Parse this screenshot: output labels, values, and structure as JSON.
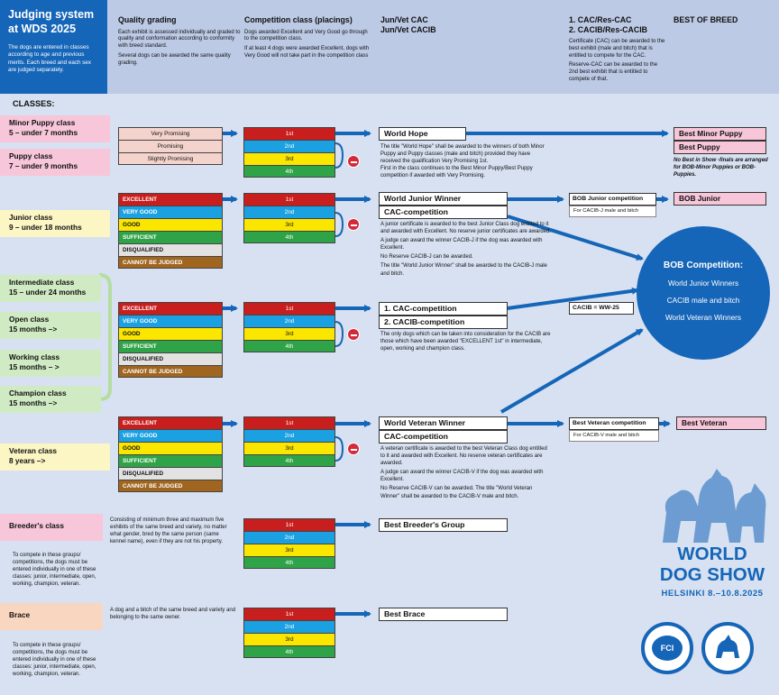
{
  "header": {
    "title_line1": "Judging system",
    "title_line2": "at WDS 2025",
    "intro": "The dogs are entered in classes according to age and previous merits. Each breed and each sex are judged separately.",
    "col1_title": "Quality grading",
    "col1_p1": "Each exhibit is assessed individually and graded to quality and conformation according to conformity with breed standard.",
    "col1_p2": "Several dogs can be awarded the same quality grading.",
    "col2_title": "Competition class (placings)",
    "col2_p1": "Dogs awarded Excellent and Very Good go through to the competition class.",
    "col2_p2": "If at least 4 dogs were awarded Excellent, dogs with Very Good will not take part in the competition class",
    "col3_title1": "Jun/Vet CAC",
    "col3_title2": "Jun/Vet CACIB",
    "col4_title1": "1. CAC/Res-CAC",
    "col4_title2": "2. CACIB/Res-CACIB",
    "col4_p1": "Certificate (CAC) can be awarded to the best exhibit (male and bitch) that is entitled to compete for the CAC.",
    "col4_p2": "Reserve-CAC can be awarded to the 2nd best exhibit that is entitled to compete of that.",
    "col5_title": "BEST OF BREED"
  },
  "classes_label": "CLASSES:",
  "classes": {
    "minor_puppy": [
      "Minor Puppy class",
      "5 – under 7 months"
    ],
    "puppy": [
      "Puppy class",
      "7 – under 9 months"
    ],
    "junior": [
      "Junior class",
      "9 – under 18 months"
    ],
    "intermediate": [
      "Intermediate class",
      "15 – under 24 months"
    ],
    "open": [
      "Open class",
      "15 months –>"
    ],
    "working": [
      "Working class",
      "15 months – >"
    ],
    "champion": [
      "Champion class",
      "15 months –>"
    ],
    "veteran": [
      "Veteran class",
      "8 years –>"
    ],
    "breeder": "Breeder's class",
    "brace": "Brace"
  },
  "grades": {
    "puppy": [
      "Very Promising",
      "Promising",
      "Slightly Promising"
    ],
    "adult": [
      "EXCELLENT",
      "VERY GOOD",
      "GOOD",
      "SUFFICIENT",
      "DISQUALIFIED",
      "CANNOT BE JUDGED"
    ]
  },
  "placings": [
    "1st",
    "2nd",
    "3rd",
    "4th"
  ],
  "puppy_result": {
    "title": "World Hope",
    "p1": "The title \"World Hope\" shall be awarded to the winners of both Minor Puppy and Puppy classes (male and bitch) provided they have received the qualification Very Promising 1st.",
    "p2": "First in the class continues to the Best Minor Puppy/Best Puppy competition if awarded with Very Promising."
  },
  "puppy_bob": [
    "Best Minor Puppy",
    "Best Puppy"
  ],
  "puppy_bob_note": "No Best in Show -finals are arranged for BOB-Minor Puppies or BOB-Puppies.",
  "junior_result": {
    "title1": "World Junior Winner",
    "title2": "CAC-competition",
    "p1": "A junior certificate is awarded to the best Junior Class dog entitled to it and awarded with Excellent. No reserve junior certificates are awarded.",
    "p2": "A judge can award the winner CACIB-J if the dog was awarded with Excellent.",
    "p3": "No Reserve CACIB-J can be awarded.",
    "p4": "The title \"World Junior Winner\" shall be awarded to the CACIB-J male and bitch."
  },
  "junior_comp": {
    "title": "BOB Junior competition",
    "sub": "For CACIB-J male and bitch",
    "result": "BOB Junior"
  },
  "adult_result": {
    "title1": "1. CAC-competition",
    "title2": "2. CACIB-competition",
    "p1": "The only dogs which can be taken into consideration for the CACIB are those which have been awarded \"EXCELLENT 1st\" in intermediate, open, working and champion class."
  },
  "cacib_eq": "CACIB = WW-25",
  "bob": {
    "title": "BOB Competition:",
    "items": [
      "World Junior Winners",
      "CACIB male and bitch",
      "World Veteran Winners"
    ]
  },
  "veteran_result": {
    "title1": "World Veteran Winner",
    "title2": "CAC-competition",
    "p1": "A veteran certificate is awarded to the best Veteran Class dog entitled to it and awarded with Excellent. No reserve veteran certificates are awarded.",
    "p2": "A judge can award the winner CACIB-V if the dog was awarded with Excellent.",
    "p3": "No Reserve CACIB-V can be awarded. The title \"World Veteran Winner\" shall be awarded to the CACIB-V male and bitch."
  },
  "veteran_comp": {
    "title": "Best Veteran competition",
    "sub": "For CACIB-V male and bitch",
    "result": "Best Veteran"
  },
  "breeder": {
    "desc": "Consisting of minimum three and maximum five exhibits of the same breed and variety, no matter what gender, bred by the same person (same kennel name), even if they are not his property.",
    "result": "Best Breeder's Group",
    "note": "To compete in these groups/ competitions, the dogs must be entered individually in one of these classes: junior, intermediate, open, working, champion, veteran."
  },
  "brace": {
    "desc": "A dog and a bitch of the same breed and variety and belonging to the same owner.",
    "result": "Best Brace",
    "note": "To compete in these groups/ competitions, the dogs must be entered individually in one of these classes: junior, intermediate, open, working, champion, veteran."
  },
  "logo": {
    "line1": "WORLD",
    "line2": "DOG SHOW",
    "line3": "HELSINKI 8.–10.8.2025",
    "fci": "FCI"
  },
  "colors": {
    "blue": "#1565b8",
    "red": "#c81e1e",
    "sky": "#1ba0e2",
    "yellow": "#fbe600",
    "green": "#2fa347",
    "brown": "#a0651e",
    "pink": "#f7c6d9"
  }
}
